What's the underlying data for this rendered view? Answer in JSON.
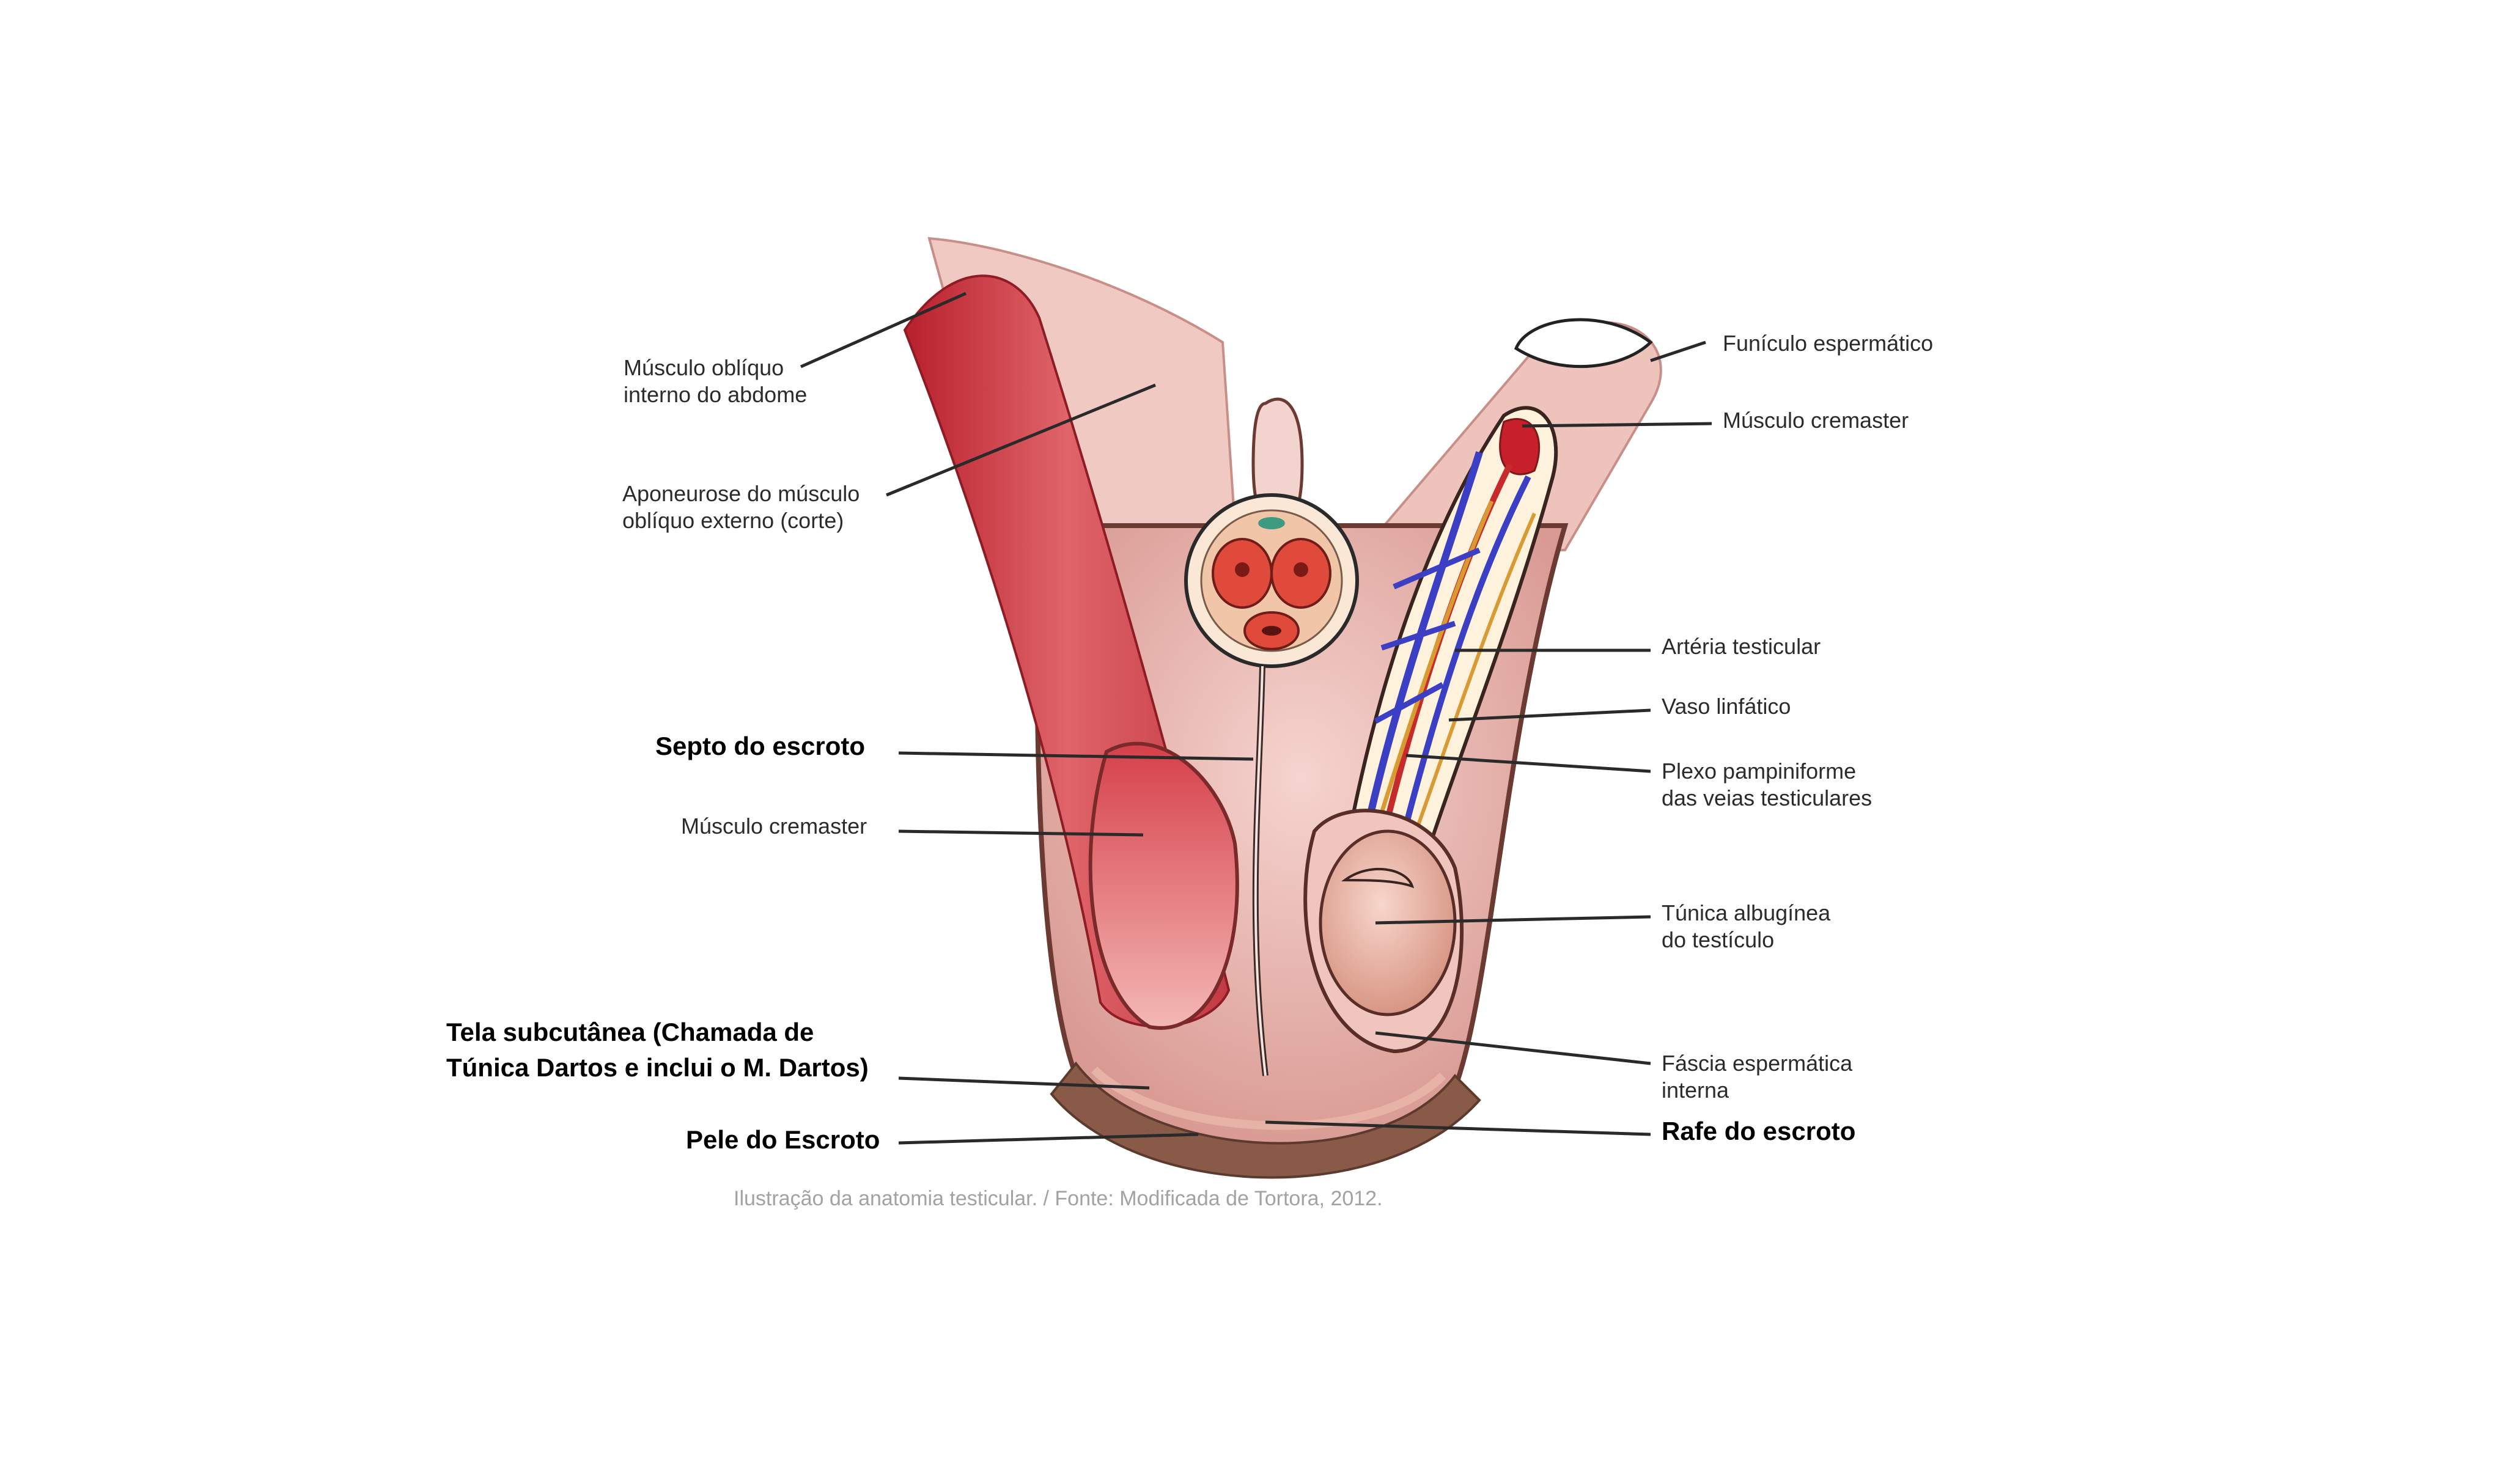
{
  "labels": {
    "musculo_obliquo_interno": [
      "Músculo oblíquo",
      "interno do abdome"
    ],
    "aponeurose": [
      "Aponeurose do músculo",
      "oblíquo externo (corte)"
    ],
    "septo_do_escroto": "Septo do escroto",
    "musculo_cremaster_left": "Músculo cremaster",
    "tela_subcutanea": [
      "Tela subcutânea (Chamada de",
      "Túnica Dartos e inclui o M. Dartos)"
    ],
    "pele_do_escroto": "Pele do Escroto",
    "funiculo_espermatico": "Funículo espermático",
    "musculo_cremaster_right": "Músculo cremaster",
    "arteria_testicular": "Artéria testicular",
    "vaso_linfatico": "Vaso linfático",
    "plexo_pampiniforme": [
      "Plexo pampiniforme",
      "das veias testiculares"
    ],
    "tunica_albuginea": [
      "Túnica albugínea",
      "do testículo"
    ],
    "fascia_espermatica": [
      "Fáscia espermática",
      "interna"
    ],
    "rafe_do_escroto": "Rafe do escroto"
  },
  "caption": "Ilustração da anatomia testicular. / Fonte: Modificada de Tortora, 2012."
}
